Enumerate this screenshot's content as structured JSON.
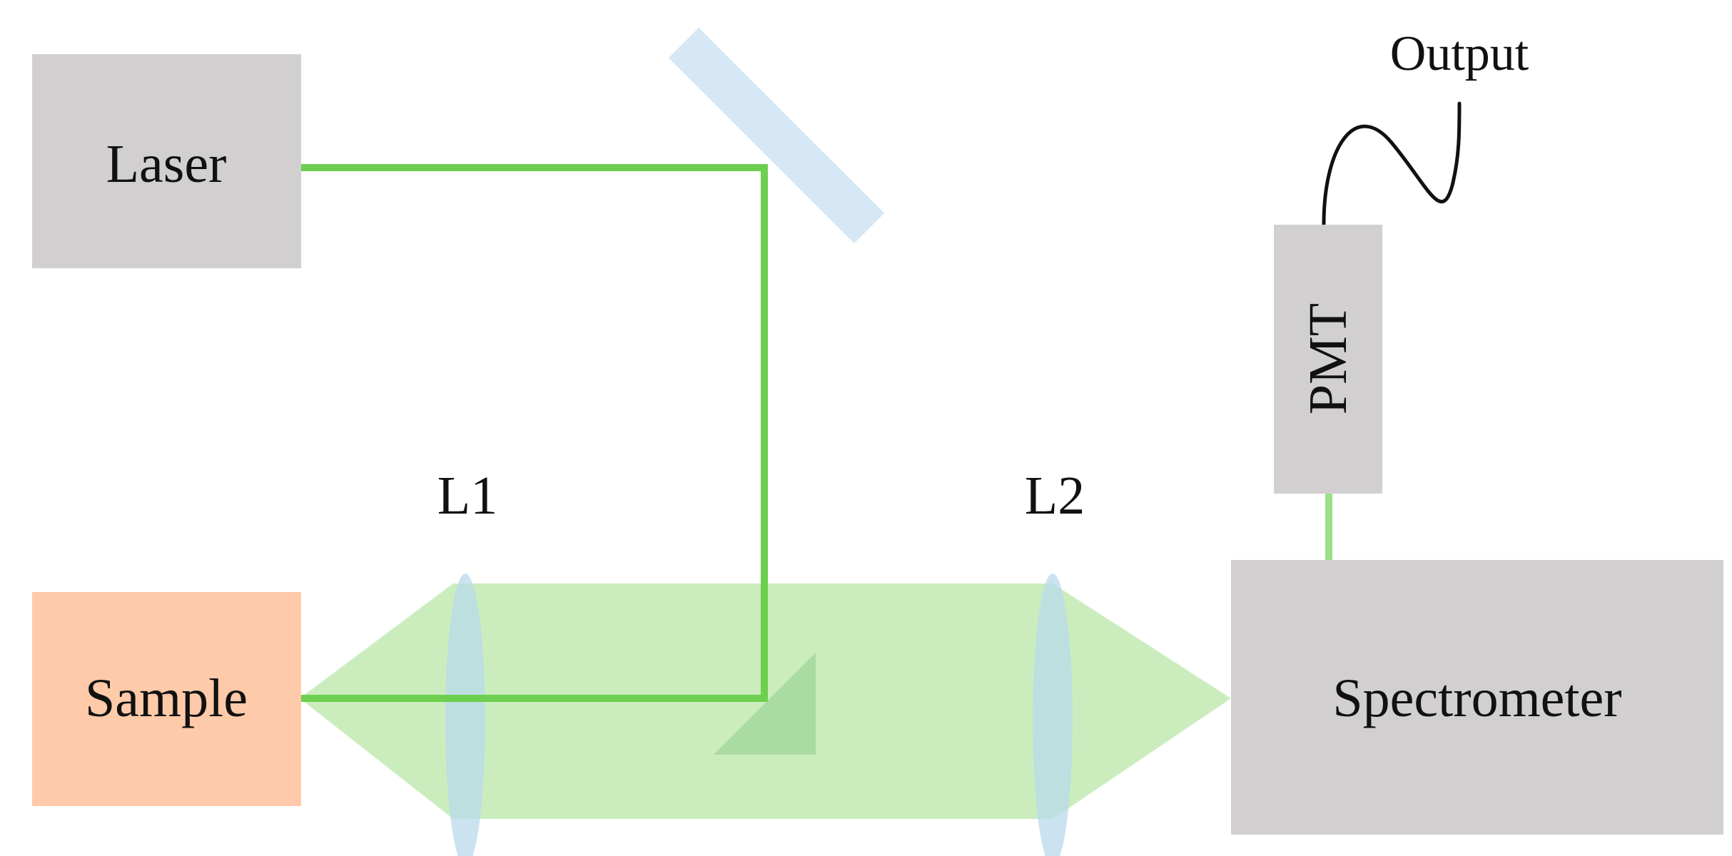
{
  "diagram": {
    "components": {
      "laser": "Laser",
      "sample": "Sample",
      "spectrometer": "Spectrometer",
      "pmt": "PMT"
    },
    "lenses": {
      "l1": "L1",
      "l2": "L2"
    },
    "signal": {
      "output": "Output"
    }
  },
  "colors": {
    "device_box": "#d2cfd0",
    "sample_box": "#ffcaa9",
    "laser_beam": "#6ccf4f",
    "collected_light": "#cbedbd",
    "lens": "#b9d9ec",
    "mirror": "#d6e8f5",
    "prism_mirror": "#a9dba3",
    "output_line": "#111111"
  }
}
